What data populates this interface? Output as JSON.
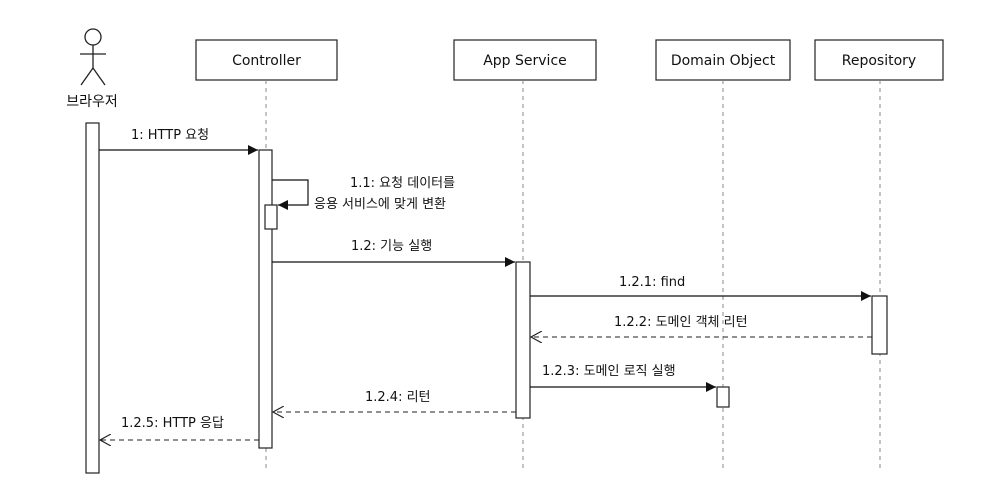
{
  "actor": {
    "label": "브라우저"
  },
  "participants": [
    {
      "id": "controller",
      "label": "Controller"
    },
    {
      "id": "app_service",
      "label": "App Service"
    },
    {
      "id": "domain_object",
      "label": "Domain Object"
    },
    {
      "id": "repository",
      "label": "Repository"
    }
  ],
  "messages": [
    {
      "id": "m1",
      "label": "1: HTTP 요청",
      "from": "browser",
      "to": "controller",
      "kind": "sync"
    },
    {
      "id": "m1_1",
      "label_lines": [
        "1.1: 요청 데이터를",
        "응용 서비스에 맞게 변환"
      ],
      "from": "controller",
      "to": "controller",
      "kind": "self"
    },
    {
      "id": "m1_2",
      "label": "1.2: 기능 실행",
      "from": "controller",
      "to": "app_service",
      "kind": "sync"
    },
    {
      "id": "m1_2_1",
      "label": "1.2.1: find",
      "from": "app_service",
      "to": "repository",
      "kind": "sync"
    },
    {
      "id": "m1_2_2",
      "label": "1.2.2: 도메인 객체 리턴",
      "from": "repository",
      "to": "app_service",
      "kind": "return"
    },
    {
      "id": "m1_2_3",
      "label": "1.2.3: 도메인 로직 실행",
      "from": "app_service",
      "to": "domain_object",
      "kind": "sync"
    },
    {
      "id": "m1_2_4",
      "label": "1.2.4: 리턴",
      "from": "app_service",
      "to": "controller",
      "kind": "return"
    },
    {
      "id": "m1_2_5",
      "label": "1.2.5: HTTP 응답",
      "from": "controller",
      "to": "browser",
      "kind": "return"
    }
  ],
  "colors": {
    "stroke": "#222222",
    "lifeline": "#888888",
    "background": "#ffffff"
  }
}
